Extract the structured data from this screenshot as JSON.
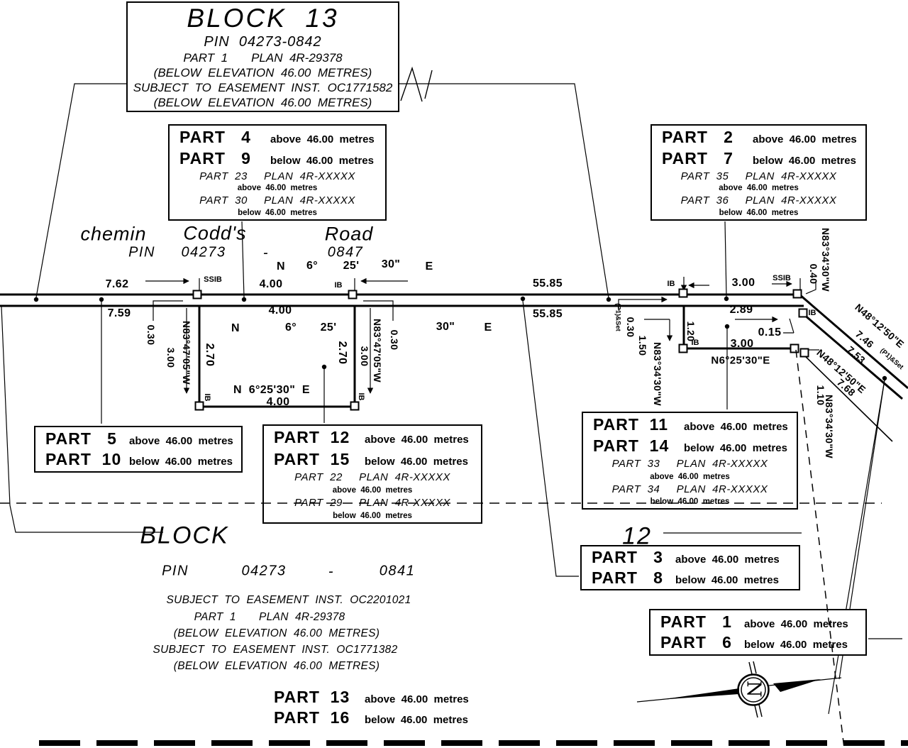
{
  "markers": {
    "ib": "IB",
    "ssib": "SSIB"
  },
  "block13": {
    "title": "BLOCK  13",
    "pin": "PIN  04273-0842",
    "part_plan": "PART  1       PLAN  4R-29378",
    "elev1": "(BELOW  ELEVATION  46.00  METRES)",
    "easement": "SUBJECT  TO  EASEMENT  INST.  OC1771582",
    "elev2": "(BELOW  ELEVATION  46.00  METRES)"
  },
  "boxes": {
    "p4_9": {
      "r1p": "PART   4",
      "r1d": "above  46.00  metres",
      "r2p": "PART   9",
      "r2d": "below  46.00  metres",
      "r3": "PART  23     PLAN  4R-XXXXX",
      "r4": "above  46.00  metres",
      "r5": "PART  30     PLAN  4R-XXXXX",
      "r6": "below  46.00  metres"
    },
    "p2_7": {
      "r1p": "PART   2",
      "r1d": "above  46.00  metres",
      "r2p": "PART   7",
      "r2d": "below  46.00  metres",
      "r3": "PART  35     PLAN  4R-XXXXX",
      "r4": "above  46.00  metres",
      "r5": "PART  36     PLAN  4R-XXXXX",
      "r6": "below  46.00  metres"
    },
    "p12_15": {
      "r1p": "PART  12",
      "r1d": "above  46.00  metres",
      "r2p": "PART  15",
      "r2d": "below  46.00  metres",
      "r3": "PART  22     PLAN  4R-XXXXX",
      "r4": "above  46.00  metres",
      "r5": "PART  29     PLAN  4R-XXXXX",
      "r6": "below  46.00  metres"
    },
    "p11_14": {
      "r1p": "PART  11",
      "r1d": "above  46.00  metres",
      "r2p": "PART  14",
      "r2d": "below  46.00  metres",
      "r3": "PART  33     PLAN  4R-XXXXX",
      "r4": "above  46.00  metres",
      "r5": "PART  34     PLAN  4R-XXXXX",
      "r6": "below  46.00  metres"
    },
    "p5_10": {
      "r1p": "PART   5",
      "r1d": "above  46.00  metres",
      "r2p": "PART  10",
      "r2d": "below  46.00  metres"
    },
    "p3_8": {
      "r1p": "PART   3",
      "r1d": "above  46.00  metres",
      "r2p": "PART   8",
      "r2d": "below  46.00  metres"
    },
    "p1_6": {
      "r1p": "PART   1",
      "r1d": "above  46.00  metres",
      "r2p": "PART   6",
      "r2d": "below  46.00  metres"
    },
    "p13_16": {
      "r1p": "PART  13",
      "r1d": "above  46.00  metres",
      "r2p": "PART  16",
      "r2d": "below  46.00  metres"
    }
  },
  "street": {
    "word1": "chemin",
    "word2": "Codd's",
    "word3": "Road",
    "pin": "PIN",
    "pin_a": "04273",
    "dash": "-",
    "pin_b": "0847"
  },
  "bearing_road": {
    "n": "N",
    "deg": "6°",
    "min": "25'",
    "sec": "30\"",
    "e": "E"
  },
  "dims": {
    "d762": "7.62",
    "d759": "7.59",
    "d400_road": "4.00",
    "d5585_top": "55.85",
    "d5585_bot": "55.85",
    "d400_top": "4.00",
    "d400_bot": "4.00",
    "d270": "2.70",
    "bearing_bottom": "N  6°25'30\"  E",
    "d030": "0.30",
    "d300": "3.00",
    "n8347": "N83°47'05\"W",
    "d300_r_top": "3.00",
    "d289": "2.89",
    "d015": "0.15",
    "d120": "1.20",
    "d300_r_bot": "3.00",
    "n62530": "N6°25'30\"E",
    "p1set": "(P1)&Set",
    "d030_r": "0.30",
    "d150": "1.50",
    "n8334": "N83°34'30\"W",
    "d040": "0.40",
    "n4812": "N48°12'50\"E",
    "d746": "7.46",
    "d753": "7.53",
    "d768": "7.68",
    "d110": "1.10"
  },
  "block12": {
    "block": "BLOCK",
    "num": "12",
    "pin": "PIN",
    "pin_a": "04273",
    "dash": "-",
    "pin_b": "0841",
    "e1": "SUBJECT  TO  EASEMENT  INST.  OC2201021",
    "e2": "PART  1       PLAN  4R-29378",
    "e3": "(BELOW  ELEVATION  46.00  METRES)",
    "e4": "SUBJECT  TO  EASEMENT  INST.  OC1771382",
    "e5": "(BELOW  ELEVATION  46.00  METRES)"
  },
  "compass": {
    "n": "N"
  }
}
